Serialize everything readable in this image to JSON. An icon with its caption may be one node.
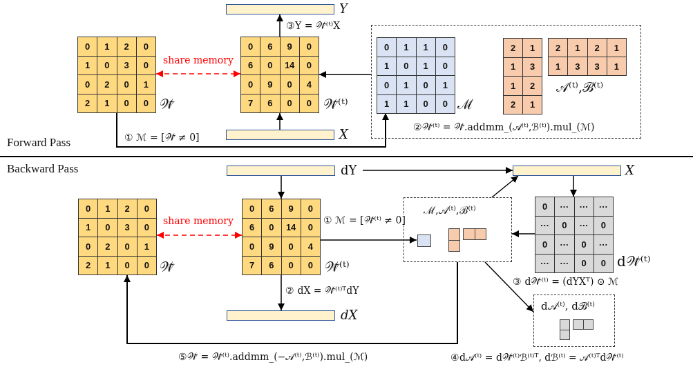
{
  "diagram": {
    "nodes": [
      {
        "text": [
          "0",
          "1",
          "2",
          "0",
          "1",
          "0",
          "3",
          "0",
          "0",
          "2",
          "0",
          "1",
          "2",
          "1",
          "0",
          "0"
        ],
        "beside": [
          "𝒲̃"
        ]
      },
      {
        "text": [
          "0",
          "6",
          "9",
          "0",
          "6",
          "0",
          "14",
          "0",
          "0",
          "9",
          "0",
          "4",
          "7",
          "6",
          "0",
          "0"
        ],
        "beside": [
          "𝒲̃⁽ᵗ⁾"
        ]
      },
      {
        "text": [],
        "shape": "bar",
        "beside": [
          "Y"
        ]
      },
      {
        "text": [],
        "shape": "bar",
        "beside": [
          "X"
        ]
      },
      {
        "text": [
          "②𝒲̃⁽ᵗ⁾ = 𝒲̃.addmm_(𝒜⁽ᵗ⁾,ℬ⁽ᵗ⁾).mul_(ℳ)"
        ]
      },
      {
        "text": [
          "0",
          "1",
          "1",
          "0",
          "1",
          "0",
          "1",
          "0",
          "0",
          "1",
          "0",
          "1",
          "1",
          "1",
          "0",
          "0"
        ],
        "in": 4,
        "beside": [
          "ℳ"
        ]
      },
      {
        "text": [
          "2",
          "1",
          "1",
          "3",
          "1",
          "2",
          "2",
          "1"
        ],
        "in": 4
      },
      {
        "text": [
          "2",
          "1",
          "2",
          "1",
          "1",
          "3",
          "3",
          "1"
        ],
        "in": 4,
        "beside": [
          "𝒜⁽ᵗ⁾,ℬ⁽ᵗ⁾"
        ]
      },
      {
        "text": [
          "0",
          "1",
          "2",
          "0",
          "1",
          "0",
          "3",
          "0",
          "0",
          "2",
          "0",
          "1",
          "2",
          "1",
          "0",
          "0"
        ],
        "beside": [
          "𝒲̃"
        ]
      },
      {
        "text": [
          "0",
          "6",
          "9",
          "0",
          "6",
          "0",
          "14",
          "0",
          "0",
          "9",
          "0",
          "4",
          "7",
          "6",
          "0",
          "0"
        ],
        "beside": [
          "𝒲̃⁽ᵗ⁾"
        ]
      },
      {
        "text": [],
        "shape": "bar",
        "beside": [
          "dY"
        ]
      },
      {
        "text": [],
        "shape": "bar",
        "beside": [
          "dX"
        ]
      },
      {
        "text": [],
        "shape": "bar",
        "beside": [
          "X"
        ]
      },
      {
        "text": [
          "ℳ,𝒜⁽ᵗ⁾,ℬ⁽ᵗ⁾"
        ]
      },
      {
        "text": [],
        "shape": "box",
        "in": 13
      },
      {
        "text": [],
        "shape": "box",
        "in": 13
      },
      {
        "text": [],
        "shape": "box",
        "in": 13
      },
      {
        "text": [
          "0",
          "···",
          "···",
          "···",
          "···",
          "0",
          "···",
          "0",
          "0",
          "···",
          "0",
          "···",
          "···",
          "···",
          "0",
          "0"
        ],
        "beside": [
          "d𝒲̃⁽ᵗ⁾",
          "③ d𝒲̃⁽ᵗ⁾ = (dYXᵀ) ⊙ ℳ"
        ]
      },
      {
        "text": [
          "d𝒜⁽ᵗ⁾, dℬ⁽ᵗ⁾"
        ],
        "beside": [
          "④d𝒜⁽ᵗ⁾ = d𝒲̃⁽ᵗ⁾ℬ⁽ᵗ⁾ᵀ, dℬ⁽ᵗ⁾ = 𝒜⁽ᵗ⁾ᵀd𝒲̃⁽ᵗ⁾"
        ]
      },
      {
        "text": [],
        "shape": "box",
        "in": 18
      },
      {
        "text": [],
        "shape": "box",
        "in": 18
      }
    ],
    "edges": [
      {
        "from": 0,
        "to": 1,
        "arrow": "both",
        "label": "share memory",
        "style": "dashed",
        "color": "#ff0000"
      },
      {
        "from": 0,
        "to": 5,
        "arrow": "to",
        "label": "① ℳ = [𝒲̃ ≠ 0]"
      },
      {
        "from": 3,
        "to": 1,
        "arrow": "to"
      },
      {
        "from": 1,
        "to": 2,
        "arrow": "to",
        "label": "③Y = 𝒲̃⁽ᵗ⁾X"
      },
      {
        "from": 4,
        "to": 1,
        "arrow": "to"
      },
      {
        "from": 8,
        "to": 9,
        "arrow": "both",
        "label": "share memory",
        "style": "dashed",
        "color": "#ff0000"
      },
      {
        "from": 10,
        "to": 9,
        "arrow": "to"
      },
      {
        "from": 9,
        "to": 11,
        "arrow": "to",
        "label": "② dX = 𝒲̃⁽ᵗ⁾ᵀdY"
      },
      {
        "from": 9,
        "to": 14,
        "arrow": "to",
        "label": "① ℳ = [𝒲̃⁽ᵗ⁾ ≠ 0]"
      },
      {
        "from": 10,
        "to": 12,
        "arrow": "to"
      },
      {
        "from": 13,
        "to": 12,
        "arrow": "to"
      },
      {
        "from": 12,
        "to": 17,
        "arrow": "to"
      },
      {
        "from": 17,
        "to": 13,
        "arrow": "to"
      },
      {
        "from": 13,
        "to": 18,
        "arrow": "to"
      },
      {
        "from": 13,
        "to": 8,
        "arrow": "to",
        "label": "⑤𝒲̃ = 𝒲̃⁽ᵗ⁾.addmm_(−𝒜⁽ᵗ⁾,ℬ⁽ᵗ⁾).mul_(ℳ)"
      }
    ],
    "labels": [
      "Forward Pass",
      "Backward Pass"
    ]
  }
}
